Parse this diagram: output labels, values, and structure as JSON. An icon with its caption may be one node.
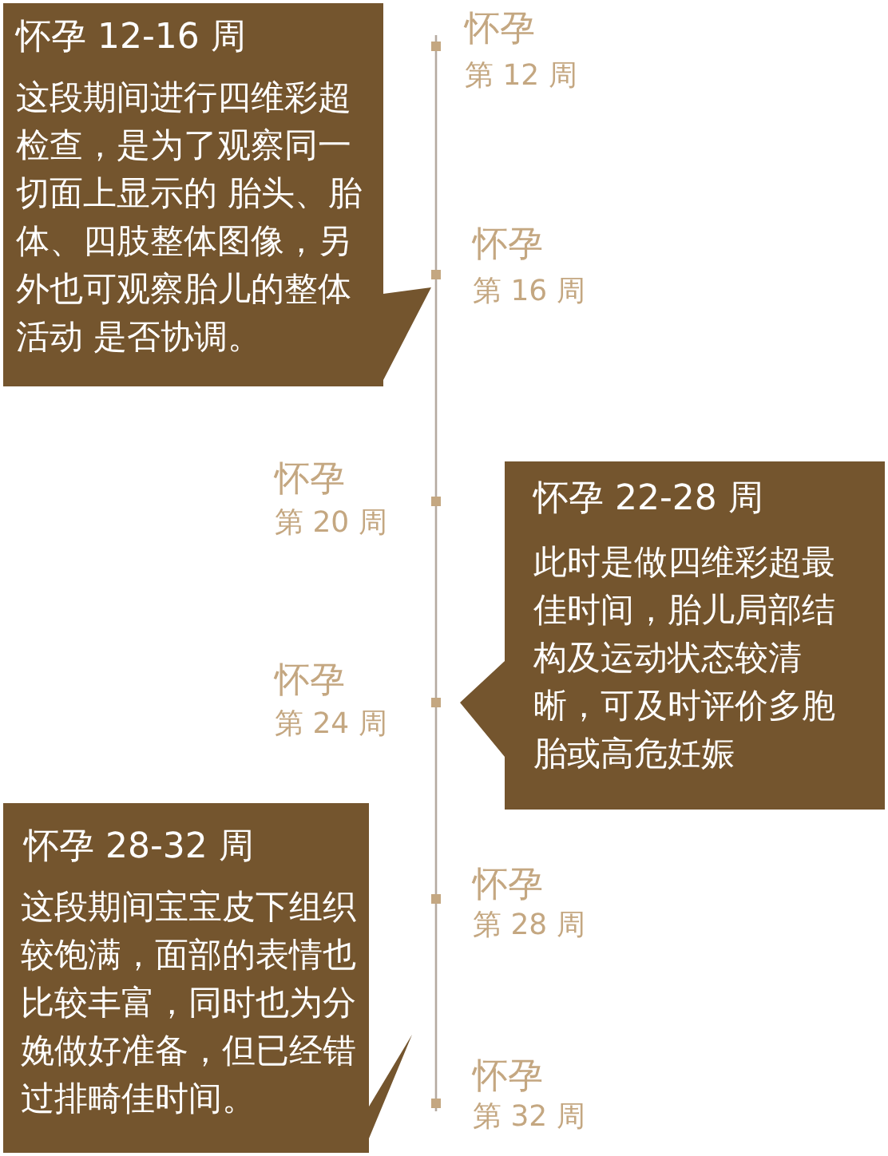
{
  "diagram": {
    "nodes": [
      {
        "text": [
          "怀孕 12-16 周",
          "这段期间进行四维彩超检查，是为了观察同一切面上显示的 胎头、胎体、四肢整体图像，另外也可观察胎儿的整体活动 是否协调。"
        ]
      },
      {
        "text": [
          "怀孕 22-28 周",
          "此时是做四维彩超最佳时间，胎儿局部结构及运动状态较清晰，可及时评价多胞胎或高危妊娠"
        ]
      },
      {
        "text": [
          "怀孕 28-32 周",
          "这段期间宝宝皮下组织较饱满，面部的表情也比较丰富，同时也为分娩做好准备，但已经错过排畸佳时间。"
        ]
      }
    ],
    "labels": [
      "怀孕",
      "第 12 周",
      "怀孕",
      "第 16 周",
      "怀孕",
      "第 20 周",
      "怀孕",
      "第 24 周",
      "怀孕",
      "第 28 周",
      "怀孕",
      "第 32 周"
    ]
  }
}
